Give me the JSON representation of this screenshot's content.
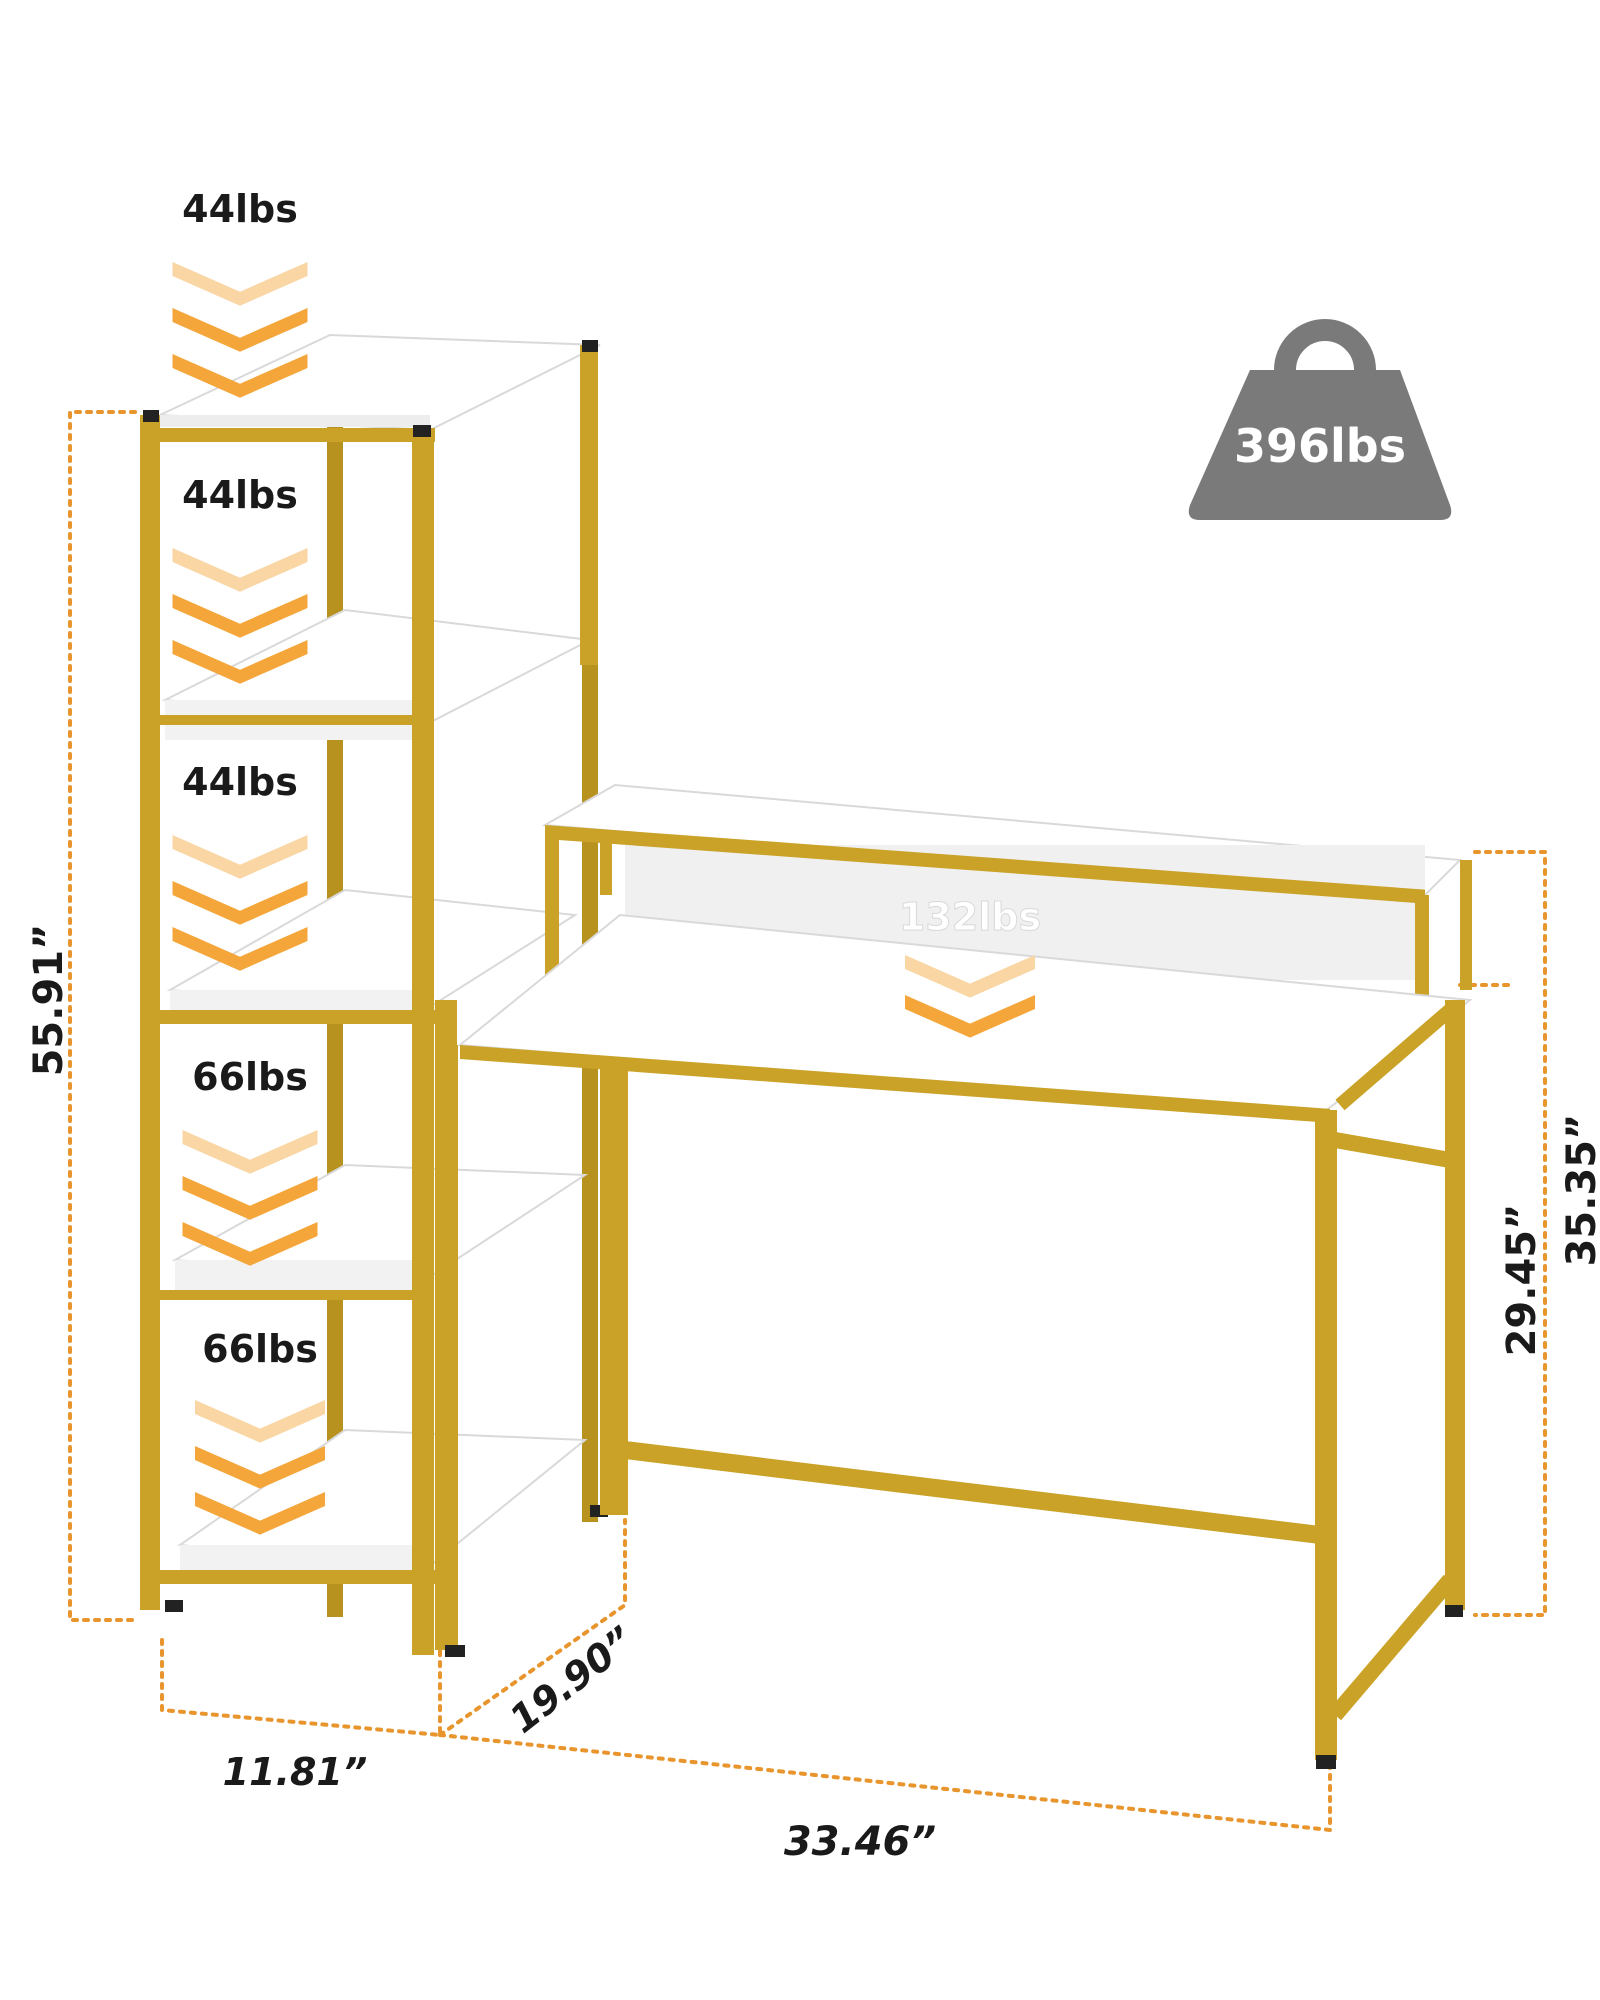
{
  "colors": {
    "frame": "#C9A227",
    "frame_dark": "#A88518",
    "shelf": "#FFFFFF",
    "shelf_edge": "#D9D9D9",
    "dim": "#E8952E",
    "arrow": "#F4A63A",
    "arrow_light": "#F9D6A3",
    "badge": "#7A7A7A",
    "text": "#1A1A1A",
    "badge_text": "#FFFFFF",
    "weight_on_shelf": "#FFFFFF"
  },
  "total_capacity": "396lbs",
  "shelf_loads": [
    "44lbs",
    "44lbs",
    "44lbs",
    "66lbs",
    "66lbs"
  ],
  "desk_load": "132lbs",
  "dimensions": {
    "tower_height": "55.91”",
    "hutch_height": "35.35”",
    "desk_height": "29.45”",
    "tower_width": "11.81”",
    "depth": "19.90”",
    "desk_width": "33.46”"
  }
}
